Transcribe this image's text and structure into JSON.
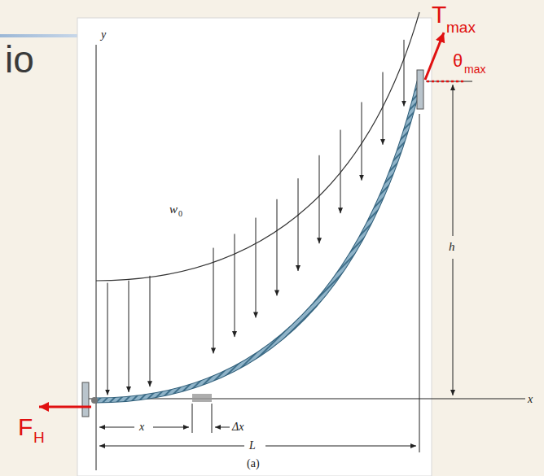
{
  "diagram": {
    "labels": [
      "io",
      "T",
      "max",
      "θ",
      "max",
      "F",
      "H",
      "y",
      "w",
      "0",
      "h",
      "x",
      "x",
      "Δx",
      "L",
      "(a)"
    ]
  }
}
